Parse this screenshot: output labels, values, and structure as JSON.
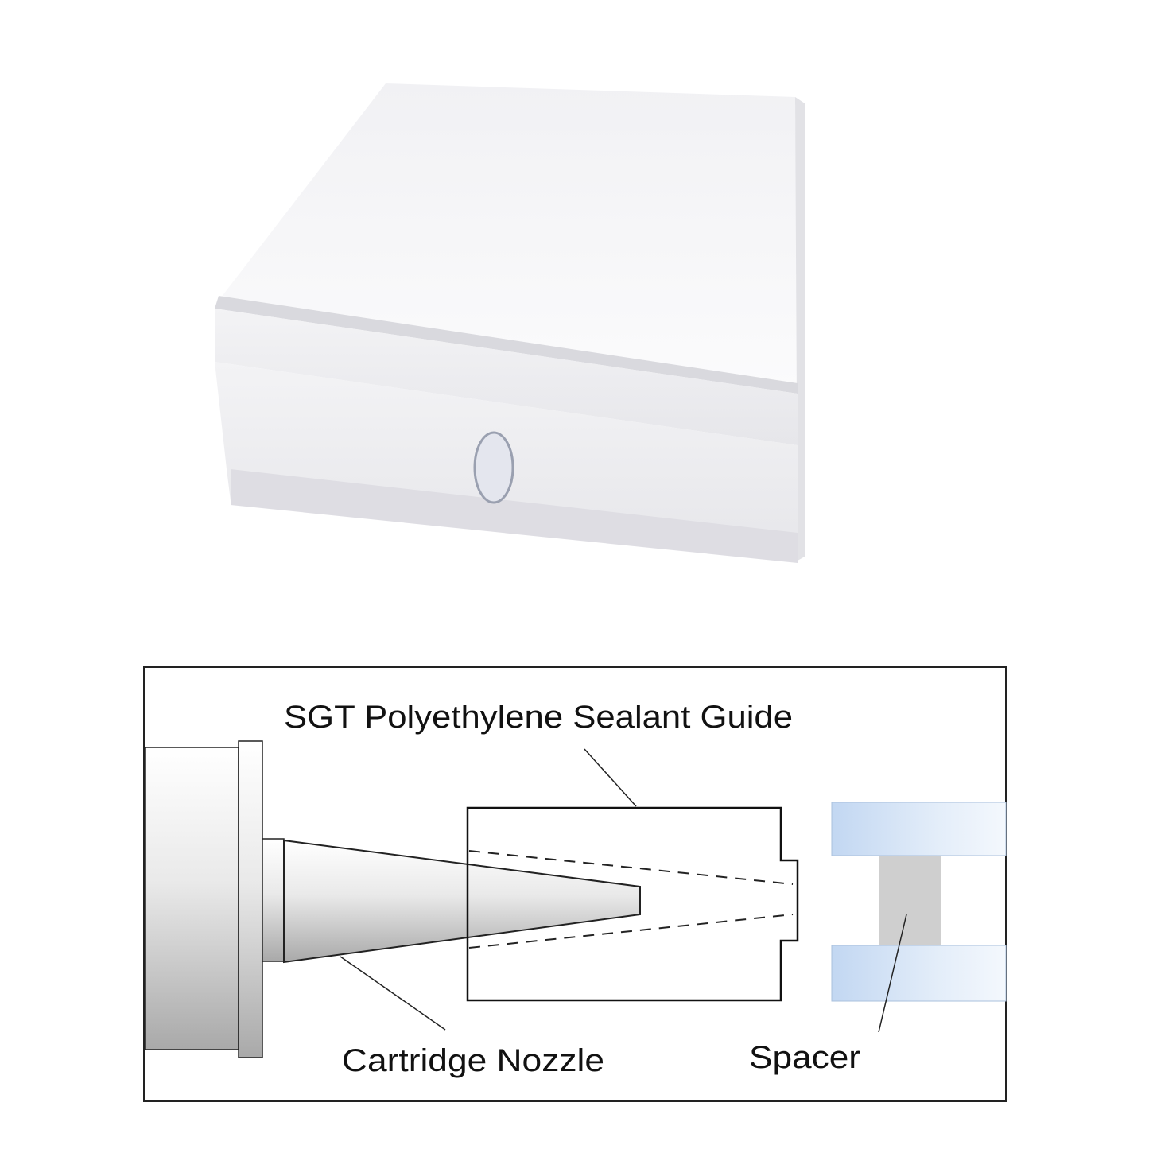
{
  "diagram": {
    "title_label": "SGT Polyethylene Sealant Guide",
    "nozzle_label": "Cartridge Nozzle",
    "spacer_label": "Spacer"
  },
  "colors": {
    "block": "#f4f4f6",
    "glass": "#c8daf2",
    "spacer": "#cfcfcf",
    "line": "#111111"
  }
}
